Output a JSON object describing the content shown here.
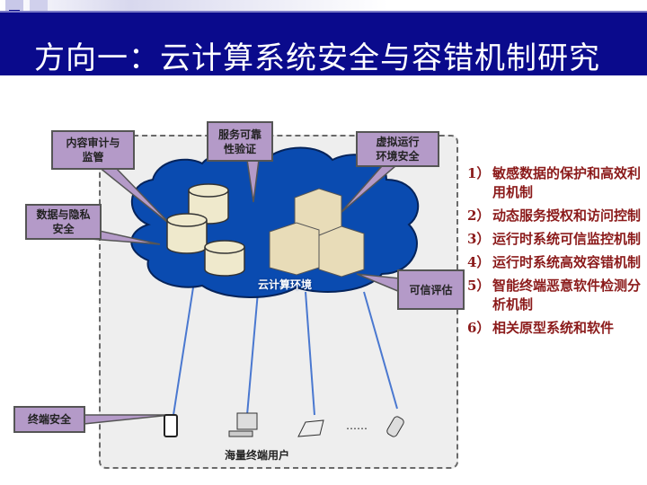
{
  "slide": {
    "title": "方向一：云计算系统安全与容错机制研究",
    "colors": {
      "title_bar": "#0a0a8c",
      "callout": "#b49ac8",
      "cloud": "#0a4bb0",
      "list_text": "#8b1a1a"
    }
  },
  "diagram": {
    "cloud_label": "云计算环境",
    "users_label": "海量终端用户",
    "ellipsis": "……",
    "callouts": {
      "content_audit": "内容审计与监管",
      "service_reliability": "服务可靠性验证",
      "virtual_env": "虚拟运行环境安全",
      "data_privacy": "数据与隐私安全",
      "trust_eval": "可信评估",
      "terminal_security": "终端安全"
    },
    "devices": [
      "tablet-icon",
      "desktop-computer-icon",
      "laptop-icon",
      "mobile-phone-icon"
    ]
  },
  "research_items": [
    {
      "num": "1）",
      "text": "敏感数据的保护和高效利用机制"
    },
    {
      "num": "2）",
      "text": "动态服务授权和访问控制"
    },
    {
      "num": "3）",
      "text": "运行时系统可信监控机制"
    },
    {
      "num": "4）",
      "text": "运行时系统高效容错机制"
    },
    {
      "num": "5）",
      "text": "智能终端恶意软件检测分析机制"
    },
    {
      "num": "6）",
      "text": "相关原型系统和软件"
    }
  ]
}
